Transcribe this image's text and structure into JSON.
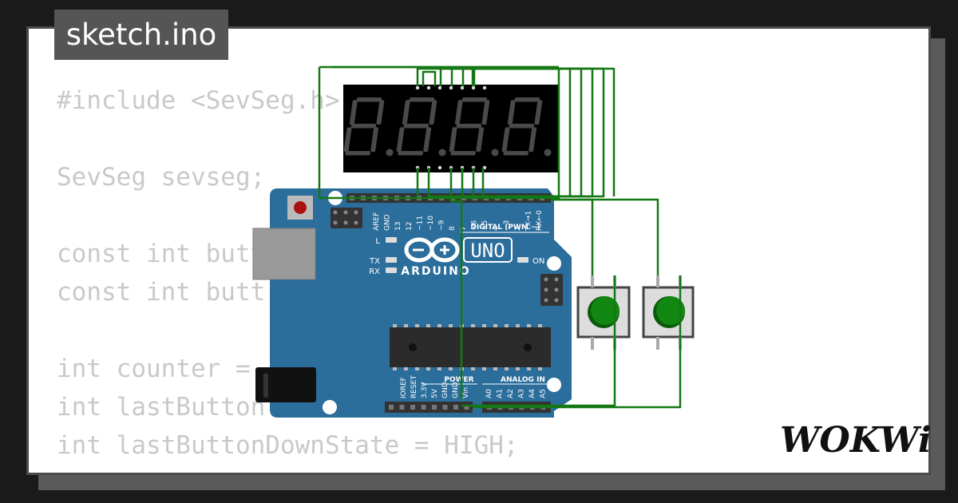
{
  "editor": {
    "file_tab": "sketch.ino",
    "code_lines": [
      "#include <SevSeg.h>",
      "",
      "SevSeg sevseg;",
      "",
      "const int butt",
      "const int butt",
      "",
      "int counter = ",
      "int lastButton",
      "int lastButtonDownState = HIGH;"
    ]
  },
  "board": {
    "brand": "ARDUINO",
    "model": "UNO",
    "digital_label": "DIGITAL (PWM ~)",
    "power_label": "POWER",
    "analog_label": "ANALOG IN",
    "led_labels": {
      "l": "L",
      "tx": "TX",
      "rx": "RX",
      "on": "ON"
    },
    "top_pins": [
      "AREF",
      "GND",
      "13",
      "12",
      "~11",
      "~10",
      "~9",
      "8",
      "7",
      "~6",
      "~5",
      "4",
      "~3",
      "2",
      "TX→1",
      "RX←0"
    ],
    "power_pins": [
      "IOREF",
      "RESET",
      "3.3V",
      "5V",
      "GND",
      "GND",
      "Vin"
    ],
    "analog_pins": [
      "A0",
      "A1",
      "A2",
      "A3",
      "A4",
      "A5"
    ]
  },
  "display": {
    "digits": 4
  },
  "buttons": {
    "count": 2
  },
  "brand_logo": "WOKWi",
  "colors": {
    "wire": "#147814",
    "board": "#2b6d9b",
    "button": "#118611",
    "code_text": "#c9c9c9",
    "segment_off": "#4a4a4a",
    "display_bg": "#000000"
  }
}
